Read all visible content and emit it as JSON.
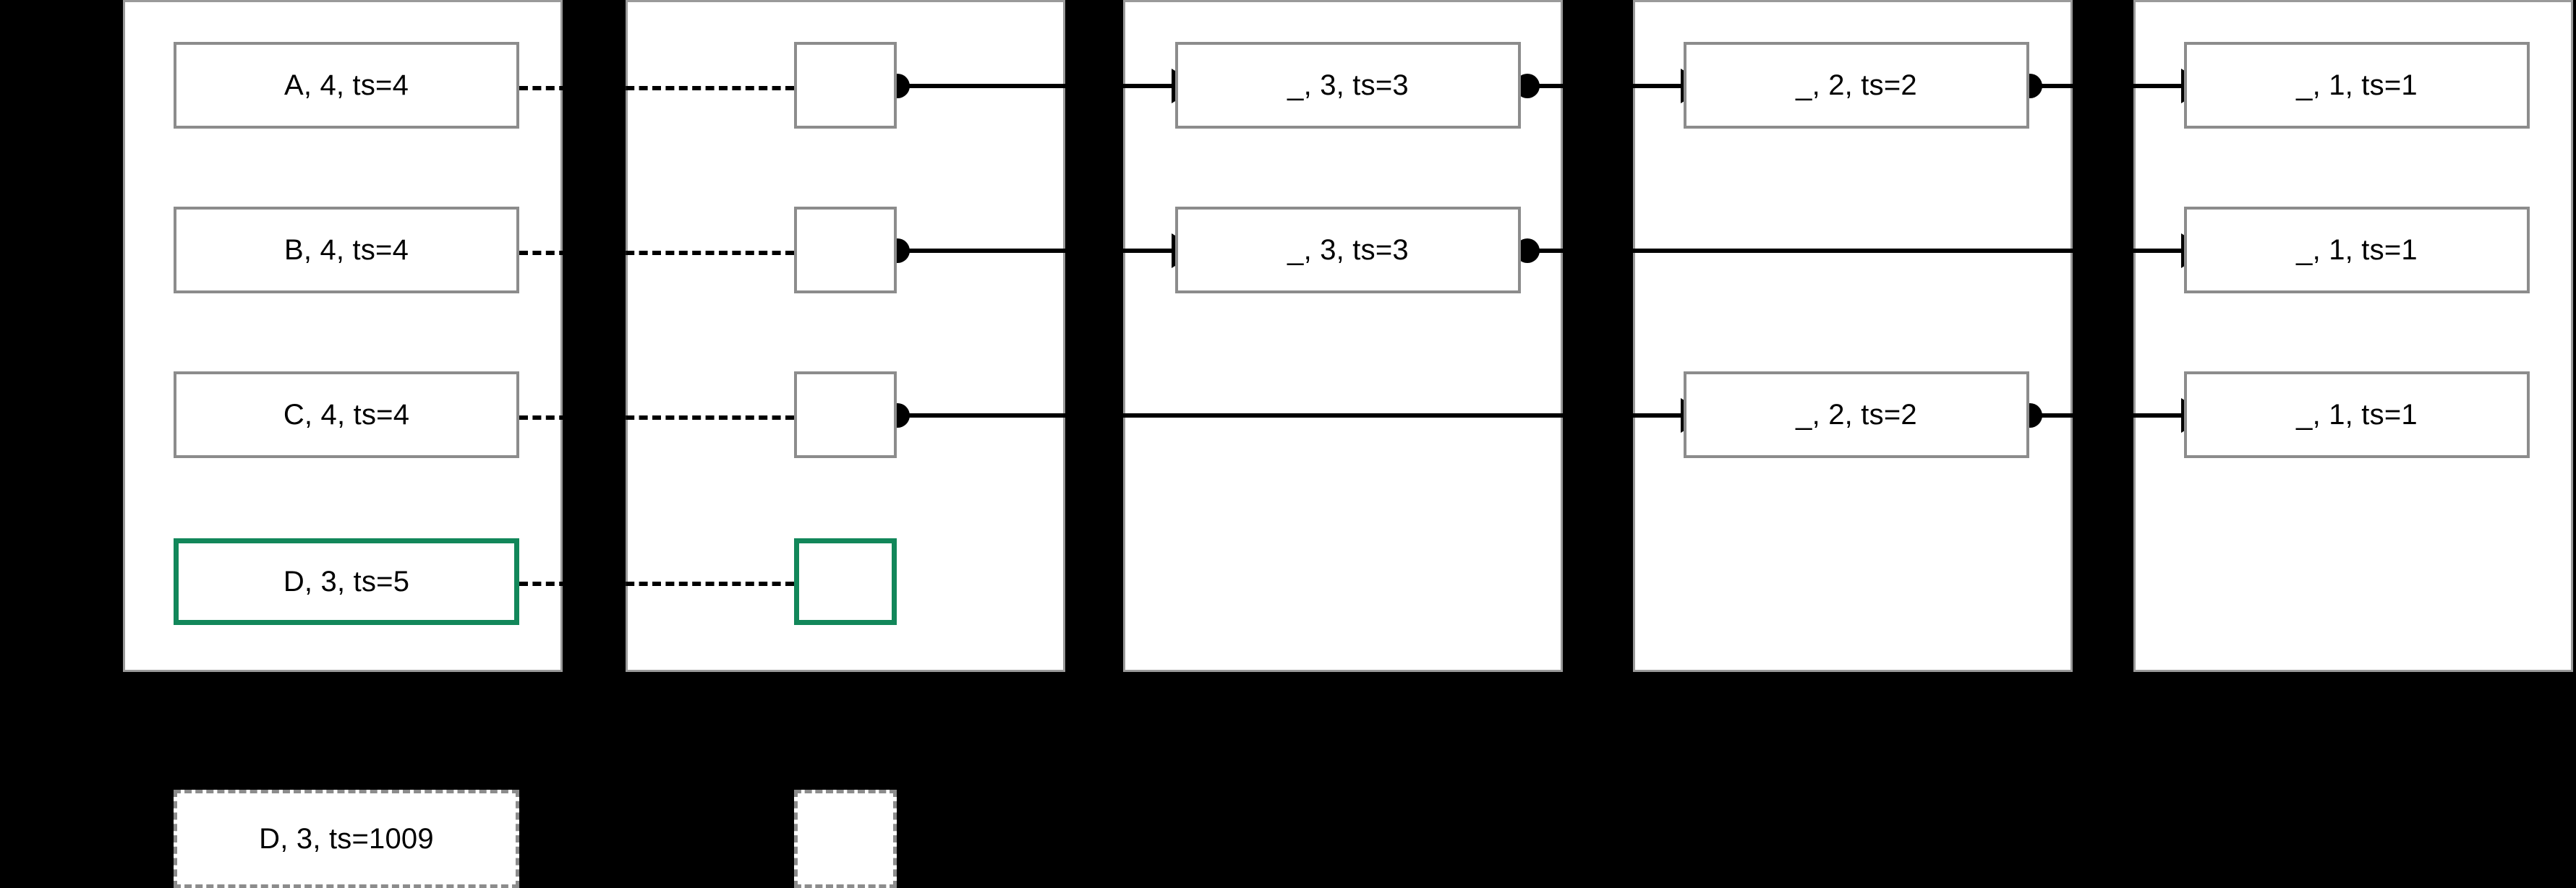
{
  "diagram": {
    "title": "replication-log-propagation-diagram",
    "background": "#000000",
    "panel_fill": "#ffffff",
    "node_border": "#8c8c8c",
    "highlight_color": "#12875a",
    "line_color": "#000000"
  },
  "columns": [
    {
      "id": "col-1",
      "nodes": [
        {
          "label": "A, 4, ts=4",
          "style": "normal"
        },
        {
          "label": "B, 4, ts=4",
          "style": "normal"
        },
        {
          "label": "C, 4, ts=4",
          "style": "normal"
        },
        {
          "label": "D, 3, ts=5",
          "style": "highlight"
        }
      ]
    },
    {
      "id": "col-2",
      "nodes": [
        {
          "label": "",
          "style": "normal"
        },
        {
          "label": "",
          "style": "normal"
        },
        {
          "label": "",
          "style": "normal"
        },
        {
          "label": "",
          "style": "highlight"
        }
      ]
    },
    {
      "id": "col-3",
      "nodes": [
        {
          "label": "_, 3, ts=3",
          "style": "normal"
        },
        {
          "label": "_, 3, ts=3",
          "style": "normal"
        }
      ]
    },
    {
      "id": "col-4",
      "nodes": [
        {
          "label": "_, 2, ts=2",
          "style": "normal"
        },
        {
          "label": "_, 2, ts=2",
          "style": "normal"
        }
      ]
    },
    {
      "id": "col-5",
      "nodes": [
        {
          "label": "_, 1, ts=1",
          "style": "normal"
        },
        {
          "label": "_, 1, ts=1",
          "style": "normal"
        },
        {
          "label": "_, 1, ts=1",
          "style": "normal"
        }
      ]
    }
  ],
  "legend": {
    "nodes": [
      {
        "label": "D, 3, ts=1009",
        "style": "ghost"
      },
      {
        "label": "",
        "style": "ghost"
      }
    ]
  }
}
